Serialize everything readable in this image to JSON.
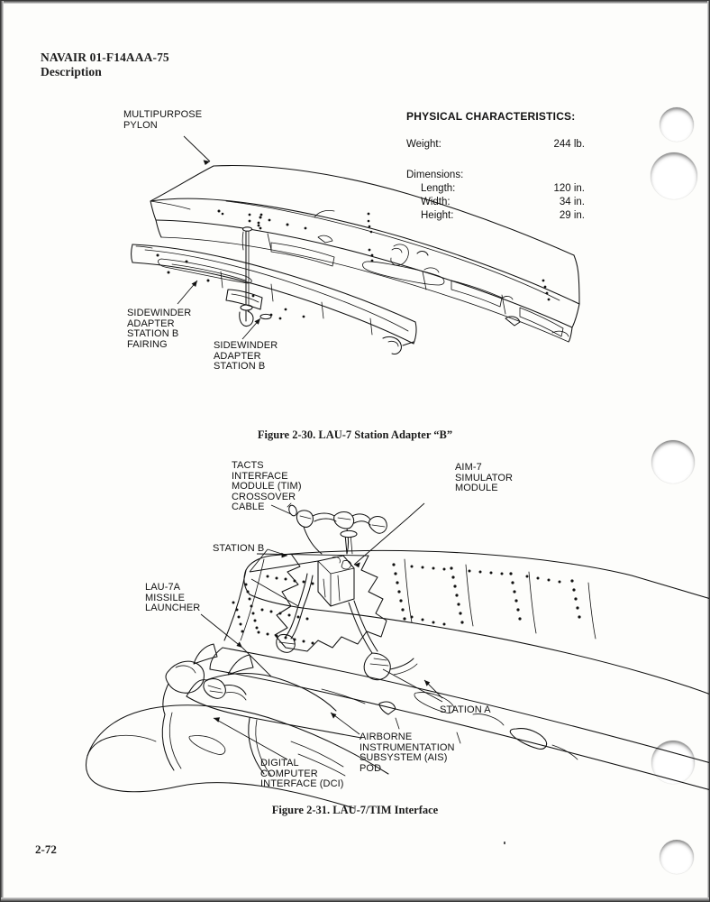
{
  "document": {
    "header_line1": "NAVAIR 01-F14AAA-75",
    "header_line2": "Description",
    "page_number": "2-72"
  },
  "specs": {
    "title": "PHYSICAL CHARACTERISTICS:",
    "rows": [
      {
        "label": "Weight:",
        "value": "244 lb."
      },
      {
        "label": "Dimensions:",
        "value": ""
      },
      {
        "label": "Length:",
        "value": "120 in."
      },
      {
        "label": "Width:",
        "value": "34 in."
      },
      {
        "label": "Height:",
        "value": "29 in."
      }
    ]
  },
  "figure_top": {
    "caption": "Figure 2-30. LAU-7 Station Adapter “B”",
    "callouts": [
      {
        "id": "multipurpose-pylon",
        "text": "MULTIPURPOSE\nPYLON"
      },
      {
        "id": "sidewinder-adapter-station-b-fairing",
        "text": "SIDEWINDER\nADAPTER\nSTATION B\nFAIRING"
      },
      {
        "id": "sidewinder-adapter-station-b",
        "text": "SIDEWINDER\nADAPTER\nSTATION B"
      }
    ]
  },
  "figure_bottom": {
    "caption": "Figure 2-31. LAU-7/TIM Interface",
    "callouts": [
      {
        "id": "tacts-interface-module",
        "text": "TACTS\nINTERFACE\nMODULE (TIM)\nCROSSOVER\nCABLE"
      },
      {
        "id": "aim7-simulator-module",
        "text": "AIM-7\nSIMULATOR\nMODULE"
      },
      {
        "id": "station-b",
        "text": "STATION B"
      },
      {
        "id": "lau-7a-missile-launcher",
        "text": "LAU-7A\nMISSILE\nLAUNCHER"
      },
      {
        "id": "station-a",
        "text": "STATION A"
      },
      {
        "id": "digital-computer-interface",
        "text": "DIGITAL\nCOMPUTER\nINTERFACE (DCI)"
      },
      {
        "id": "ais-pod",
        "text": "AIRBORNE\nINSTRUMENTATION\nSUBSYSTEM (AIS)\nPOD"
      }
    ]
  },
  "colors": {
    "ink": "#111111",
    "paper": "#fdfdfb"
  }
}
